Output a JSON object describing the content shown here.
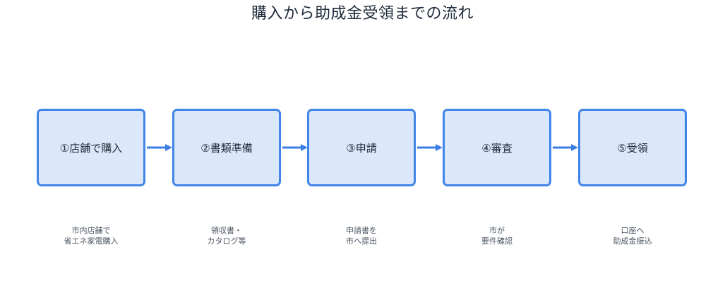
{
  "title": "購入から助成金受領までの流れ",
  "colors": {
    "box_border": "#4285e8",
    "box_fill": "#dbe8fb",
    "arrow": "#3b7fe3",
    "title_text": "#1e2a3a",
    "desc_text": "#4b5563"
  },
  "steps": [
    {
      "label": "①店舗で購入",
      "desc": [
        "市内店舗で",
        "省エネ家電購入"
      ]
    },
    {
      "label": "②書類準備",
      "desc": [
        "領収書・",
        "カタログ等"
      ]
    },
    {
      "label": "③申請",
      "desc": [
        "申請書を",
        "市へ提出"
      ]
    },
    {
      "label": "④審査",
      "desc": [
        "市が",
        "要件確認"
      ]
    },
    {
      "label": "⑤受領",
      "desc": [
        "口座へ",
        "助成金振込"
      ]
    }
  ]
}
